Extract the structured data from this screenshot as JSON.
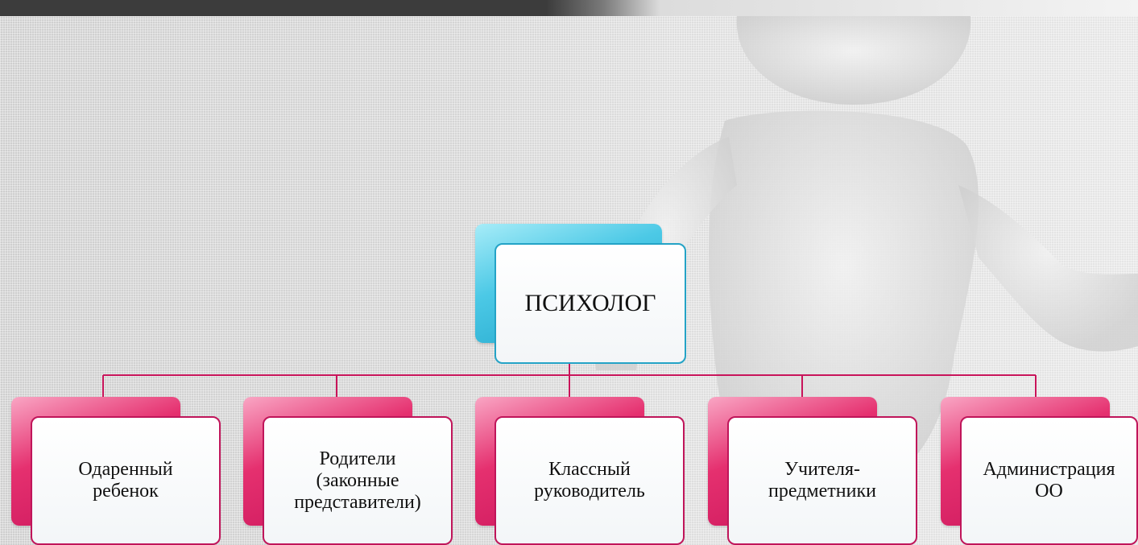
{
  "diagram": {
    "root": {
      "label": "ПСИХОЛОГ"
    },
    "children": [
      {
        "label": "Одаренный\nребенок"
      },
      {
        "label": "Родители\n(законные\nпредставители)"
      },
      {
        "label": "Классный\nруководитель"
      },
      {
        "label": "Учителя-\nпредметники"
      },
      {
        "label": "Администрация\nОО"
      }
    ]
  },
  "colors": {
    "root_accent": "#4cc9e6",
    "child_accent": "#e5306f",
    "connector": "#c8145a"
  }
}
